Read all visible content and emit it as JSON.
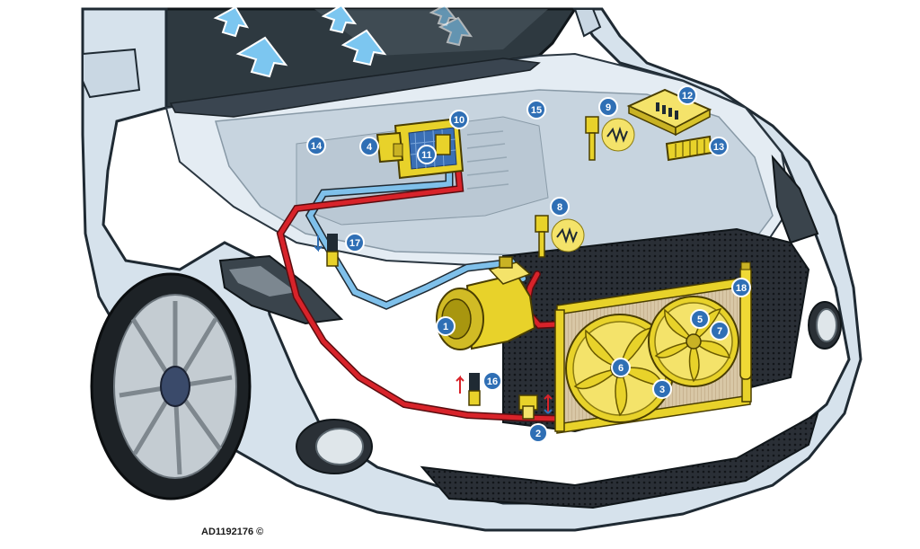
{
  "diagram": {
    "copyright": "AD1192176 ©",
    "callouts": [
      {
        "id": "callout-1",
        "label": "1"
      },
      {
        "id": "callout-2",
        "label": "2"
      },
      {
        "id": "callout-3",
        "label": "3"
      },
      {
        "id": "callout-4",
        "label": "4"
      },
      {
        "id": "callout-5",
        "label": "5"
      },
      {
        "id": "callout-6",
        "label": "6"
      },
      {
        "id": "callout-7",
        "label": "7"
      },
      {
        "id": "callout-8",
        "label": "8"
      },
      {
        "id": "callout-9",
        "label": "9"
      },
      {
        "id": "callout-10",
        "label": "10"
      },
      {
        "id": "callout-11",
        "label": "11"
      },
      {
        "id": "callout-12",
        "label": "12"
      },
      {
        "id": "callout-13",
        "label": "13"
      },
      {
        "id": "callout-14",
        "label": "14"
      },
      {
        "id": "callout-15",
        "label": "15"
      },
      {
        "id": "callout-16",
        "label": "16"
      },
      {
        "id": "callout-17",
        "label": "17"
      },
      {
        "id": "callout-18",
        "label": "18"
      }
    ],
    "colors": {
      "callout": "#2f6fb5",
      "component": "#e8d22a",
      "high_pressure_line": "#d8232a",
      "low_pressure_line": "#7fc0ea",
      "body": "#cfdde8"
    }
  }
}
